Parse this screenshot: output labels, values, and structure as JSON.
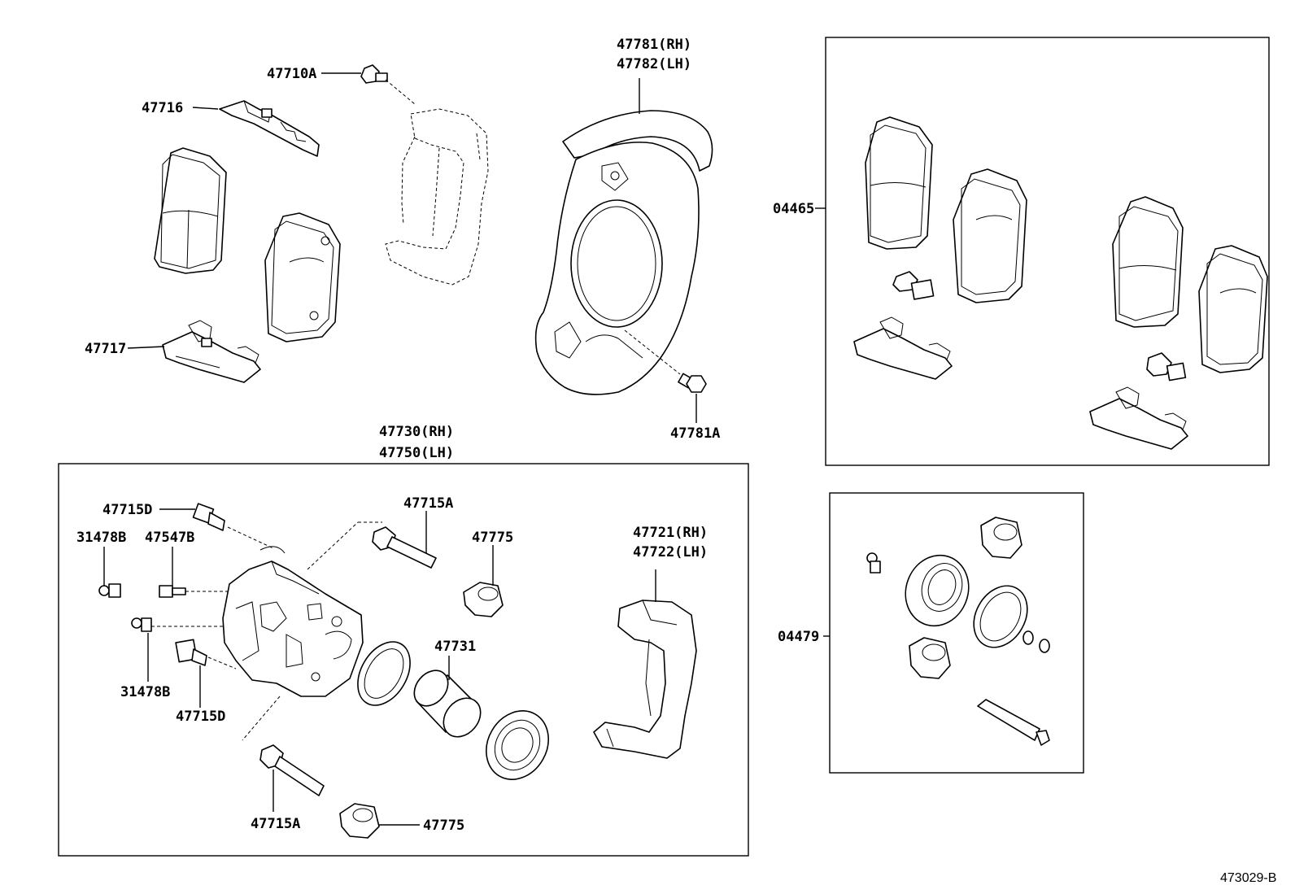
{
  "labels": {
    "p47710A": "47710A",
    "p47716": "47716",
    "p47717": "47717",
    "p47781": "47781(RH)",
    "p47782": "47782(LH)",
    "p47781A": "47781A",
    "p04465": "04465",
    "p47730": "47730(RH)",
    "p47750": "47750(LH)",
    "p47715D_top": "47715D",
    "p31478B_top": "31478B",
    "p47547B": "47547B",
    "p31478B_bot": "31478B",
    "p47715D_bot": "47715D",
    "p47715A_top": "47715A",
    "p47775_top": "47775",
    "p47731": "47731",
    "p47721": "47721(RH)",
    "p47722": "47722(LH)",
    "p47715A_bot": "47715A",
    "p47775_bot": "47775",
    "p04479": "04479"
  },
  "figure_ref": "473029-B"
}
